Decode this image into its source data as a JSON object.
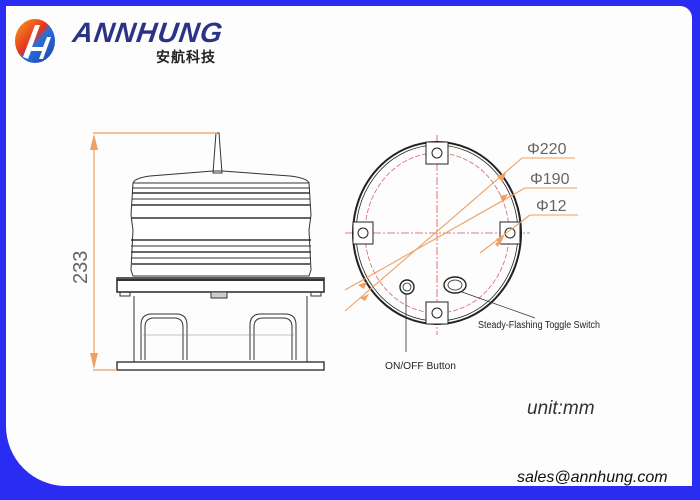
{
  "brand": {
    "name": "ANNHUNG",
    "chinese_name": "安航科技",
    "logo_icon": "annhung-logo-icon",
    "primary_color": "#2b3387",
    "frame_color": "#2a2cf2"
  },
  "drawing": {
    "side_view": {
      "height_dimension": "233",
      "dimension_color": "#f0a060"
    },
    "top_view": {
      "diameters": [
        "Φ220",
        "Φ190",
        "Φ12"
      ],
      "callouts": {
        "on_off": "ON/OFF Button",
        "toggle": "Steady-Flashing Toggle Switch"
      },
      "centerline_color": "#e05050"
    },
    "unit": "unit:mm"
  },
  "footer": {
    "email": "sales@annhung.com"
  }
}
